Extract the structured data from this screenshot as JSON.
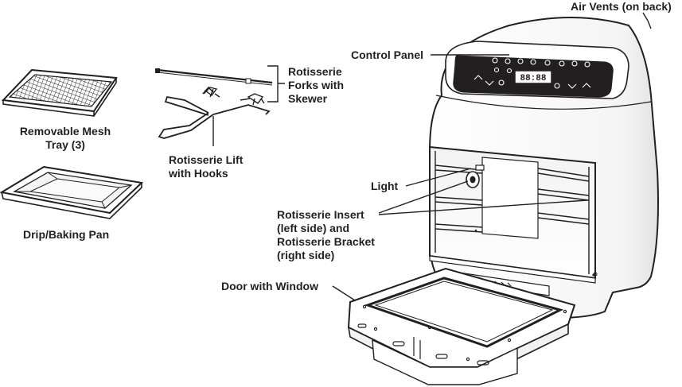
{
  "labels": {
    "air_vents": "Air Vents (on back)",
    "control_panel": "Control Panel",
    "rotisserie_forks": [
      "Rotisserie",
      "Forks with",
      "Skewer"
    ],
    "mesh_tray": [
      "Removable Mesh",
      "Tray (3)"
    ],
    "rotisserie_lift": [
      "Rotisserie Lift",
      "with Hooks"
    ],
    "drip_pan": "Drip/Baking Pan",
    "light": "Light",
    "insert_bracket": [
      "Rotisserie Insert",
      "(left side) and",
      "Rotisserie Bracket",
      "(right side)"
    ],
    "door": "Door with Window"
  },
  "panel": {
    "display": "88:88"
  }
}
